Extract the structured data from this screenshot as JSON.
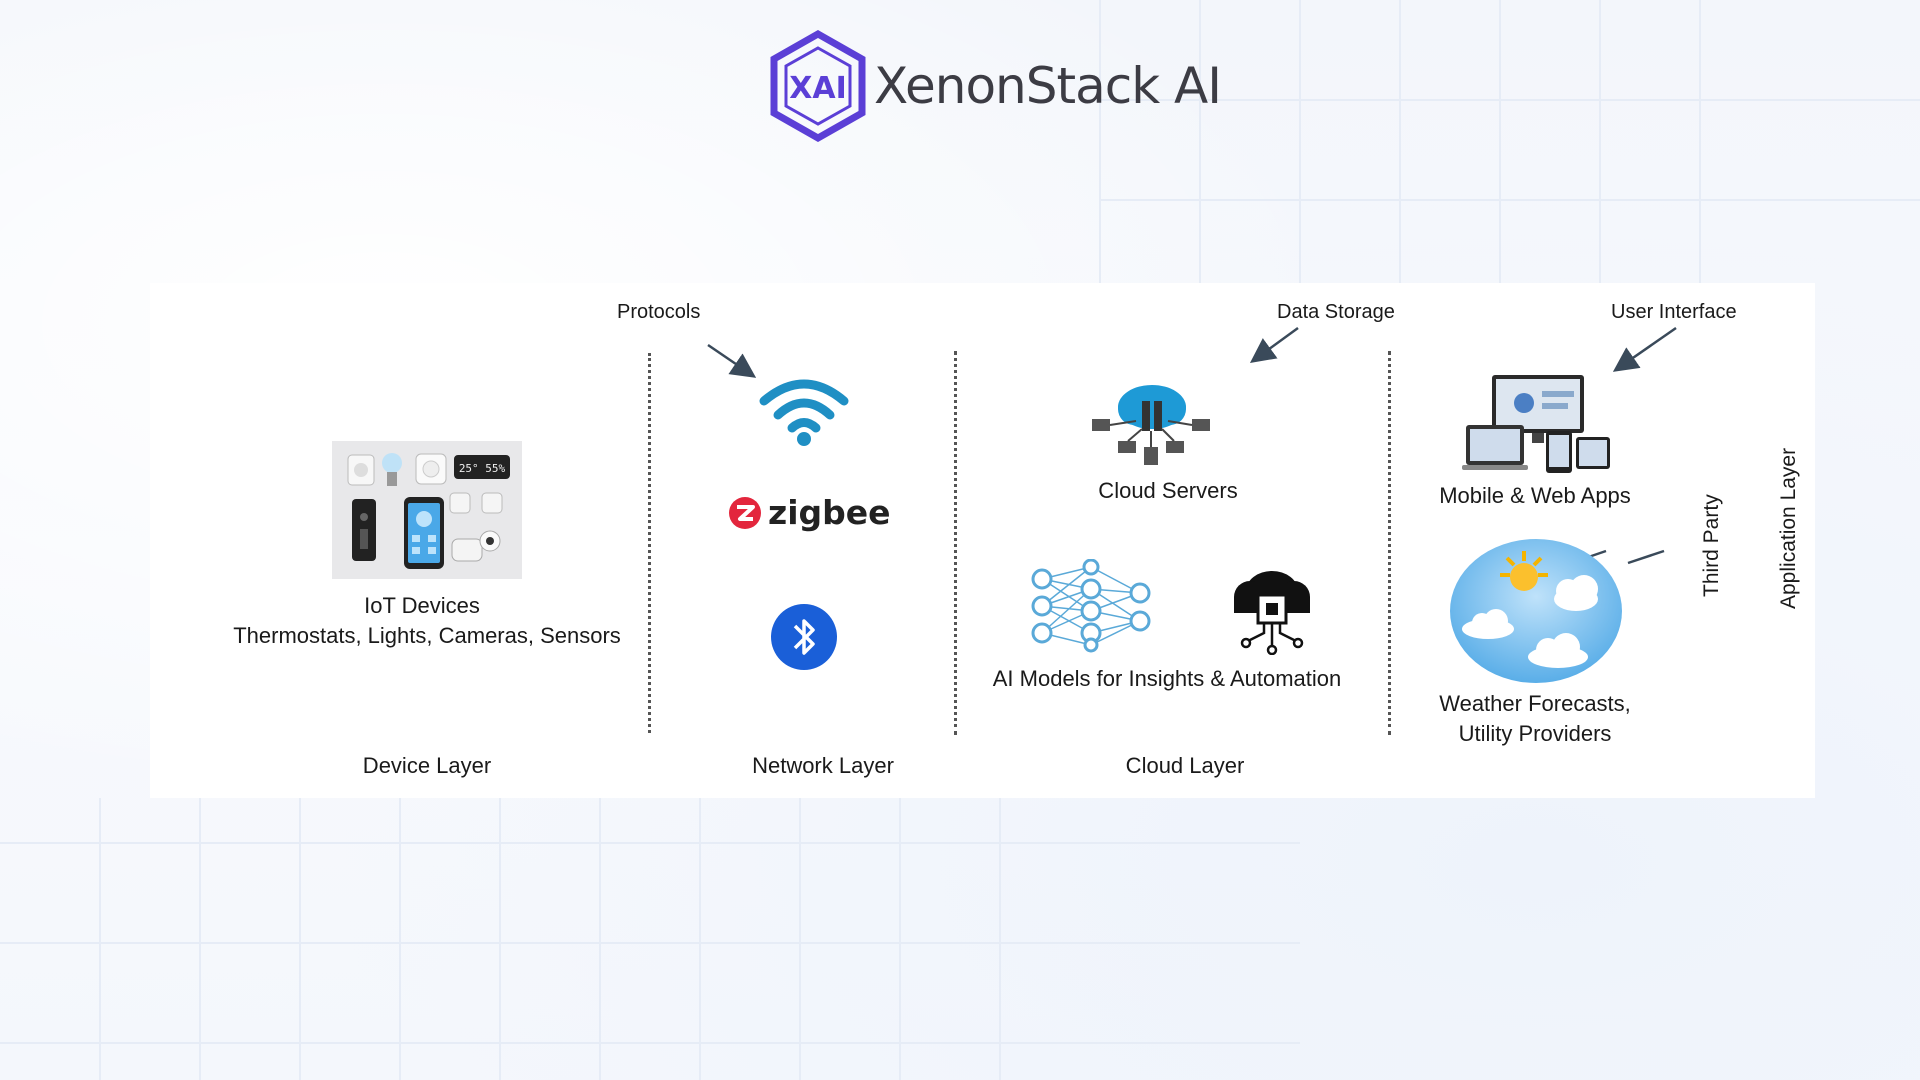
{
  "brand": {
    "name": "XenonStack AI",
    "mark_text": "XAI",
    "accent": "#5b3fd6"
  },
  "diagram": {
    "layers": {
      "device": "Device Layer",
      "network": "Network Layer",
      "cloud": "Cloud Layer",
      "application": "Application Layer"
    },
    "annotations": {
      "protocols": "Protocols",
      "data_storage": "Data Storage",
      "user_interface": "User Interface",
      "third_party": "Third Party"
    },
    "device": {
      "title": "IoT Devices",
      "subtitle": "Thermostats, Lights, Cameras, Sensors",
      "thermostat_display": "25° 55%"
    },
    "network": {
      "zigbee": "zigbee",
      "icons": [
        "wifi-icon",
        "zigbee-icon",
        "bluetooth-icon"
      ]
    },
    "cloud": {
      "servers": "Cloud Servers",
      "ai_models": "AI Models for Insights & Automation"
    },
    "application": {
      "apps": "Mobile & Web Apps",
      "weather_line1": "Weather Forecasts,",
      "weather_line2": "Utility Providers"
    },
    "colors": {
      "wifi": "#1f8fc4",
      "zigbee_red": "#e3263d",
      "bluetooth": "#1a5fd8",
      "cloud_blue": "#1e9ad6"
    }
  }
}
